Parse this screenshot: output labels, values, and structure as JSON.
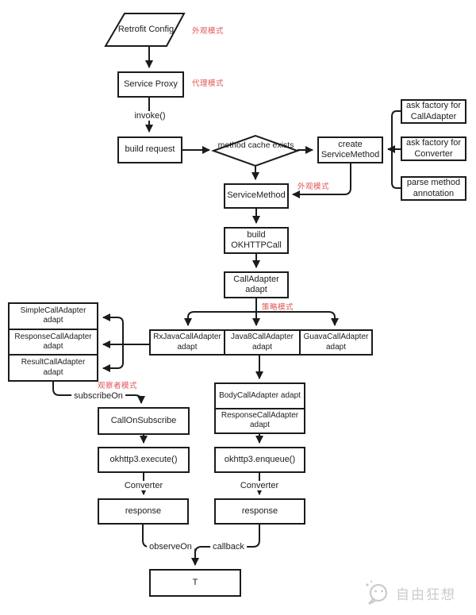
{
  "colors": {
    "line": "#1b1b1b",
    "pattern_red": "#e05252",
    "watermark": "#cbcbcb"
  },
  "nodes": {
    "retrofit_config": "Retrofit Config",
    "service_proxy": "Service Proxy",
    "build_request": "build request",
    "method_cache_exists": "method cache exists",
    "create_service_method": "create ServiceMethod",
    "ask_factory_call_adapter": "ask factory for CallAdapter",
    "ask_factory_converter": "ask factory for Converter",
    "parse_method_annotation": "parse method annotation",
    "service_method": "ServiceMethod",
    "build_okhttp_call": "build OKHTTPCall",
    "call_adapter_adapt": "CallAdapter adapt",
    "rxjava_call_adapter": "RxJavaCallAdapter adapt",
    "java8_call_adapter": "Java8CallAdapter adapt",
    "guava_call_adapter": "GuavaCallAdapter adapt",
    "simple_call_adapter": "SimpleCallAdapter adapt",
    "response_call_adapter_left": "ResponseCallAdapter adapt",
    "result_call_adapter": "ResultCallAdapter adapt",
    "body_call_adapter": "BodyCallAdapter adapt",
    "response_call_adapter_right": "ResponseCallAdapter adapt",
    "call_on_subscribe": "CallOnSubscribe",
    "okhttp3_execute": "okhttp3.execute()",
    "okhttp3_enqueue": "okhttp3.enqueue()",
    "response_left": "response",
    "response_right": "response",
    "result_t": "T"
  },
  "edge_labels": {
    "invoke": "invoke()",
    "subscribe_on": "subscribeOn",
    "converter_left": "Converter",
    "converter_right": "Converter",
    "observe_on": "observeOn",
    "callback": "callback"
  },
  "pattern_labels": {
    "facade_top": "外观模式",
    "proxy": "代理模式",
    "facade_service_method": "外观模式",
    "strategy": "策略模式",
    "observer": "观察者模式"
  },
  "watermark": {
    "text": "自由狂想"
  }
}
